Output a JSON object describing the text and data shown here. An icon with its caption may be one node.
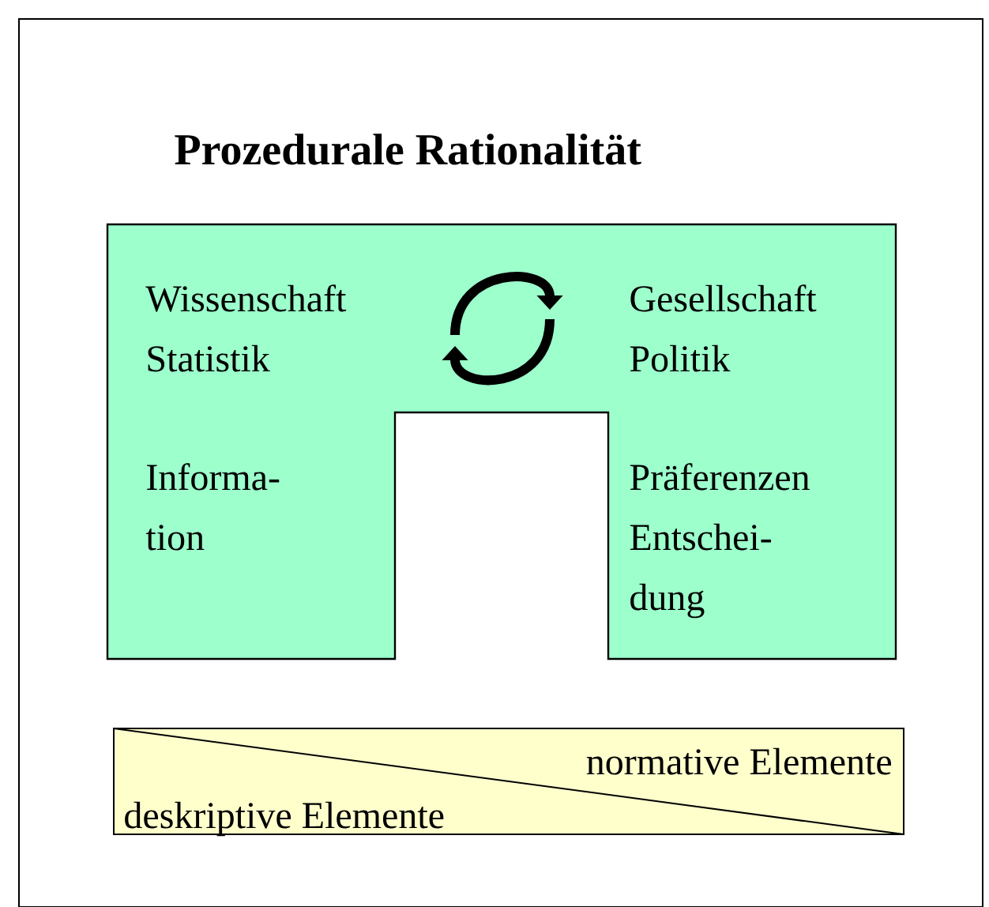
{
  "diagram": {
    "title": "Prozedurale Rationalität",
    "nodes": [
      {
        "text": [
          "Wissenschaft Statistik",
          "Gesellschaft Politik",
          "Informa- tion",
          "Präferenzen Entschei- dung"
        ]
      },
      {
        "text": [
          "normative Elemente",
          "deskriptive Elemente"
        ]
      }
    ],
    "edges": []
  }
}
